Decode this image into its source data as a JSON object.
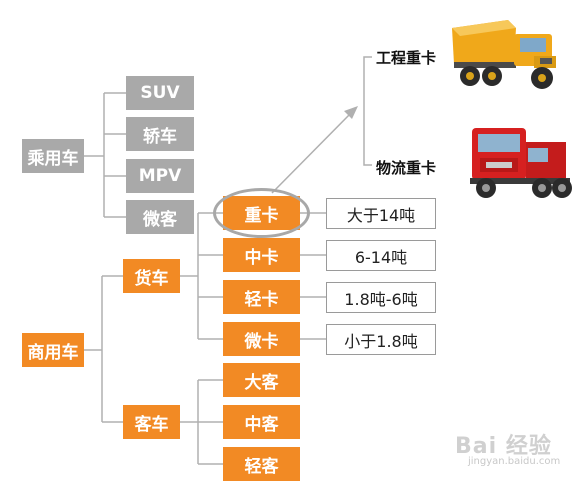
{
  "passenger": {
    "root": "乘用车",
    "children": [
      "SUV",
      "轿车",
      "MPV",
      "微客"
    ]
  },
  "commercial": {
    "root": "商用车",
    "truck": {
      "label": "货车",
      "children": [
        "重卡",
        "中卡",
        "轻卡",
        "微卡"
      ],
      "tonnage": [
        "大于14吨",
        "6-14吨",
        "1.8吨-6吨",
        "小于1.8吨"
      ]
    },
    "bus": {
      "label": "客车",
      "children": [
        "大客",
        "中客",
        "轻客"
      ]
    }
  },
  "heavy_truck_types": [
    "工程重卡",
    "物流重卡"
  ],
  "colors": {
    "passenger": "#a9a9a9",
    "commercial": "#f28a24",
    "connector": "#b0b0b0"
  },
  "watermark": {
    "logo": "Bai 经验",
    "url": "jingyan.baidu.com"
  }
}
